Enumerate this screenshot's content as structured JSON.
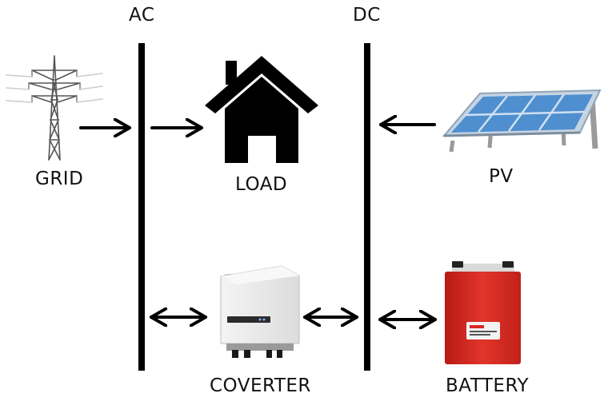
{
  "labels": {
    "ac": "AC",
    "dc": "DC",
    "grid": "GRID",
    "load": "LOAD",
    "pv": "PV",
    "converter": "COVERTER",
    "battery": "BATTERY"
  },
  "icons": {
    "grid": "transmission-tower-icon",
    "load": "house-icon",
    "pv": "solar-panel-icon",
    "converter": "inverter-icon",
    "battery": "battery-icon"
  },
  "colors": {
    "bus": "#000000",
    "battery_body": "#d8271f",
    "panel_cell": "#4f8fd0",
    "converter_body": "#eeeeee"
  }
}
